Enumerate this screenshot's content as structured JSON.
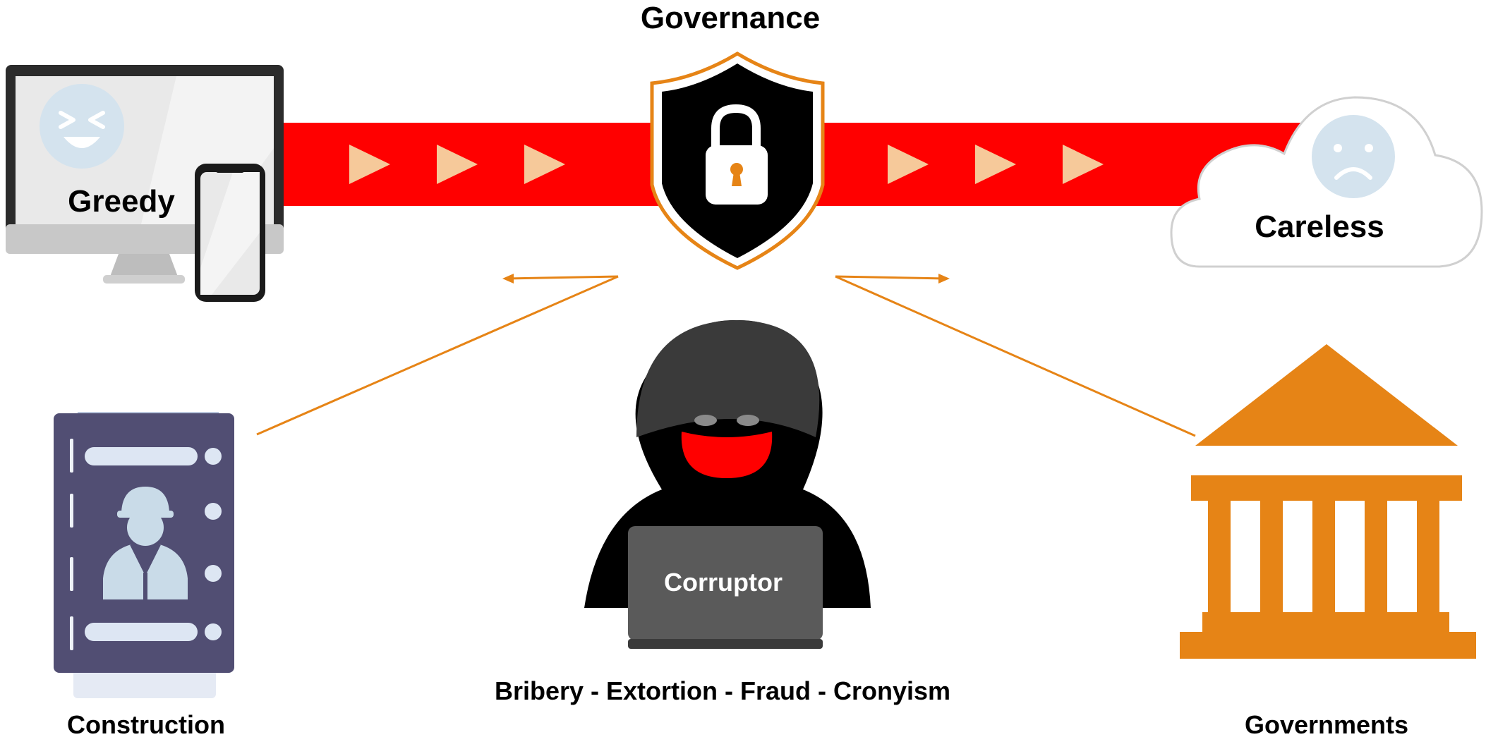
{
  "diagram": {
    "title": "Governance",
    "nodes": {
      "greedy": {
        "label": "Greedy",
        "icon": "computer-phone-icon",
        "face": "laughing-face-icon"
      },
      "careless": {
        "label": "Careless",
        "icon": "cloud-icon",
        "face": "sad-face-icon"
      },
      "corruptor": {
        "label": "Corruptor",
        "icon": "hooded-hacker-icon"
      },
      "construction": {
        "label": "Construction",
        "icon": "worker-id-card-icon"
      },
      "governments": {
        "label": "Governments",
        "icon": "government-building-icon"
      }
    },
    "caption": "Bribery - Extortion - Fraud - Cronyism"
  },
  "colors": {
    "band": "#ff0000",
    "arrow_fill": "#f6c99a",
    "accent": "#e68416",
    "shield": "#000000",
    "hacker_dark": "#3a3a3a",
    "laptop": "#5a5a5a",
    "card": "#514e73",
    "face_light": "#d4e3ee"
  }
}
